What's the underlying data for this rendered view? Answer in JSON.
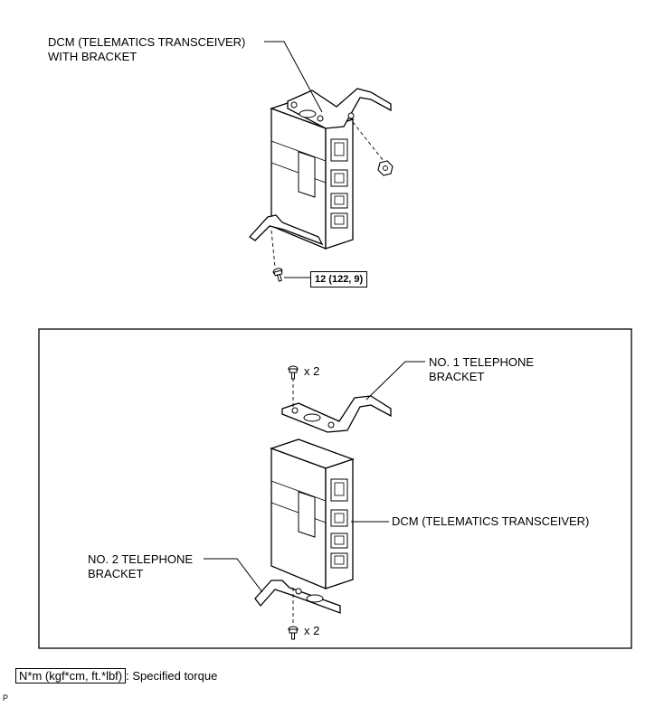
{
  "top": {
    "dcm_label": [
      "DCM (TELEMATICS TRANSCEIVER)",
      "WITH BRACKET"
    ],
    "torque": "12 (122, 9)"
  },
  "detail": {
    "bracket1_label": [
      "NO. 1 TELEPHONE",
      "BRACKET"
    ],
    "bracket2_label": [
      "NO. 2 TELEPHONE",
      "BRACKET"
    ],
    "dcm_label": "DCM (TELEMATICS TRANSCEIVER)",
    "bolt_count_top": "x 2",
    "bolt_count_bottom": "x 2"
  },
  "legend": {
    "box_text": "N*m (kgf*cm, ft.*lbf)",
    "desc": ": Specified torque"
  },
  "corner_code": "P"
}
